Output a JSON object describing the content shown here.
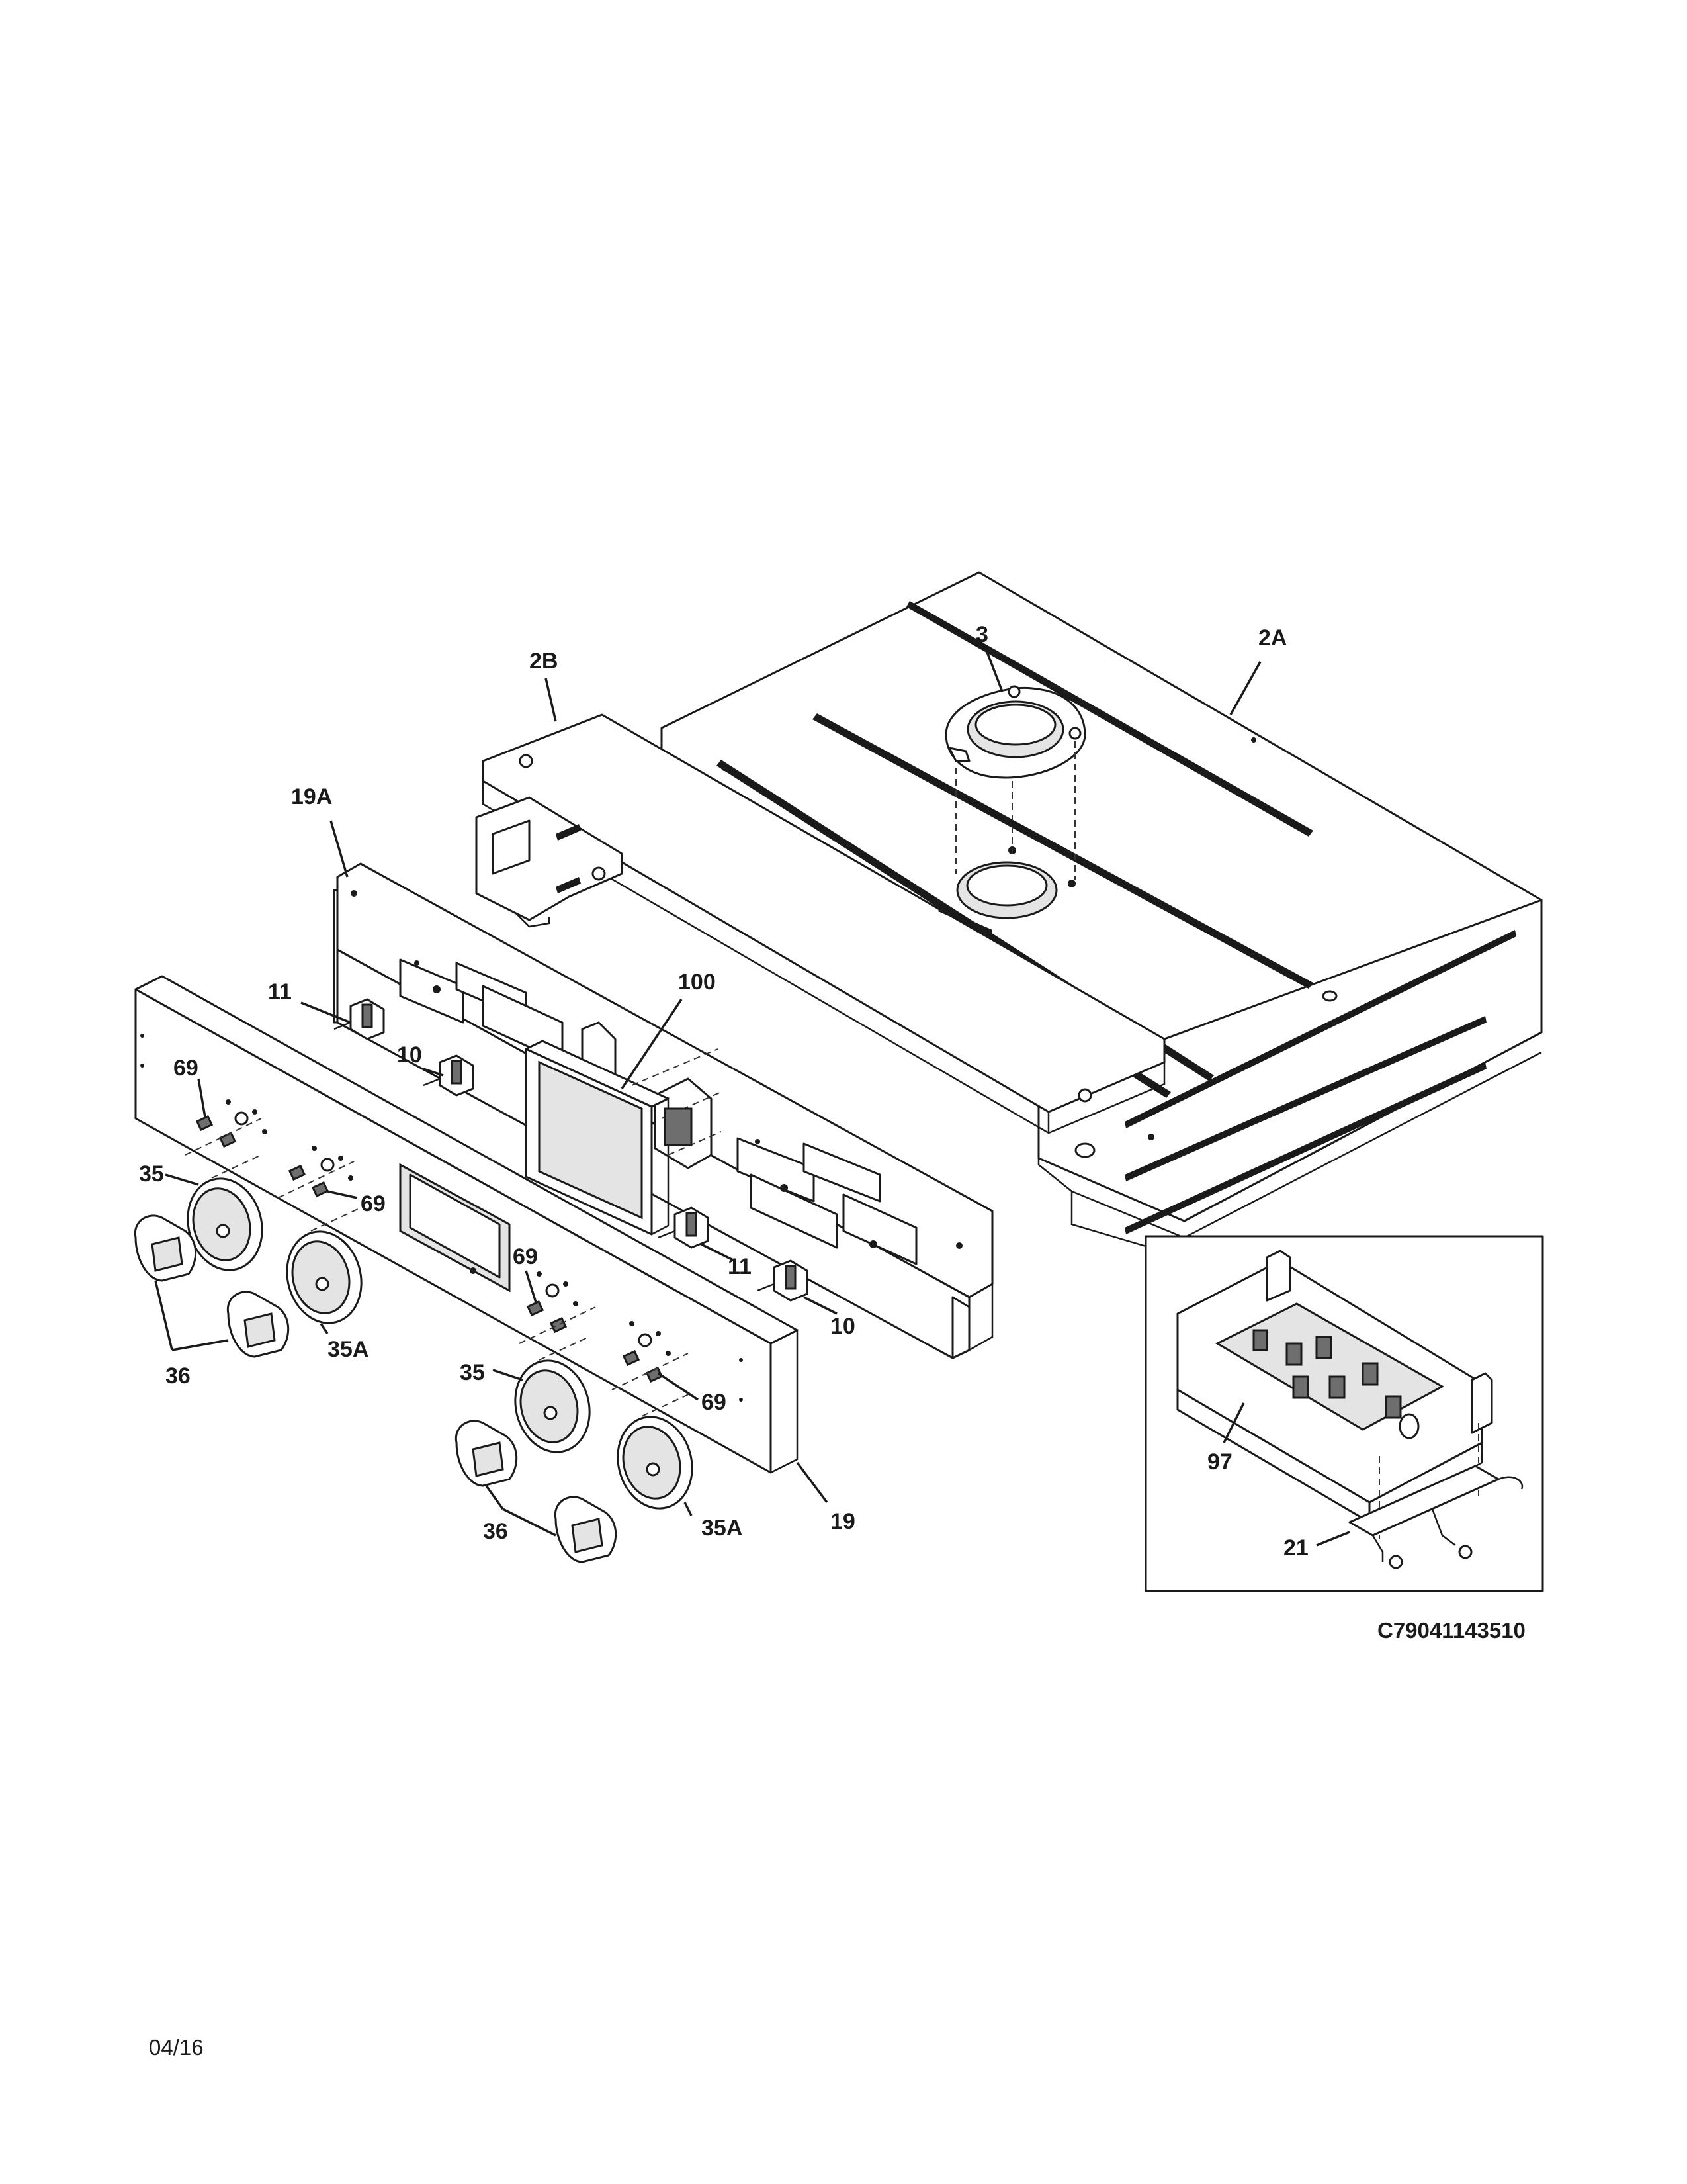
{
  "callouts": {
    "c3": "3",
    "c2A": "2A",
    "c2B": "2B",
    "c19A": "19A",
    "c100": "100",
    "c11_left": "11",
    "c11_right": "11",
    "c10_left": "10",
    "c10_right": "10",
    "c69_a": "69",
    "c69_b": "69",
    "c69_c": "69",
    "c69_d": "69",
    "c35_left": "35",
    "c35_right": "35",
    "c35A_left": "35A",
    "c35A_right": "35A",
    "c36_left": "36",
    "c36_right": "36",
    "c19": "19",
    "c97": "97",
    "c21": "21"
  },
  "drawing_code": "C79041143510",
  "revision_date": "04/16"
}
